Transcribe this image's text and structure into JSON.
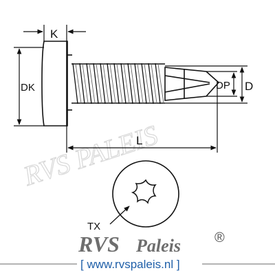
{
  "labels": {
    "k": "K",
    "dk": "DK",
    "dp": "DP",
    "d": "D",
    "l": "L",
    "tx": "TX"
  },
  "brand": {
    "name": "RVS",
    "name_suffix": "Paleis",
    "registered": "®",
    "url": "[ www.rvspaleis.nl ]"
  },
  "watermark": {
    "text": "RVS PALEIS"
  },
  "colors": {
    "line": "#111111",
    "brand_gray": "#6e6e6e",
    "url_blue": "#1f5fa8",
    "watermark": "#d8d8d8"
  }
}
